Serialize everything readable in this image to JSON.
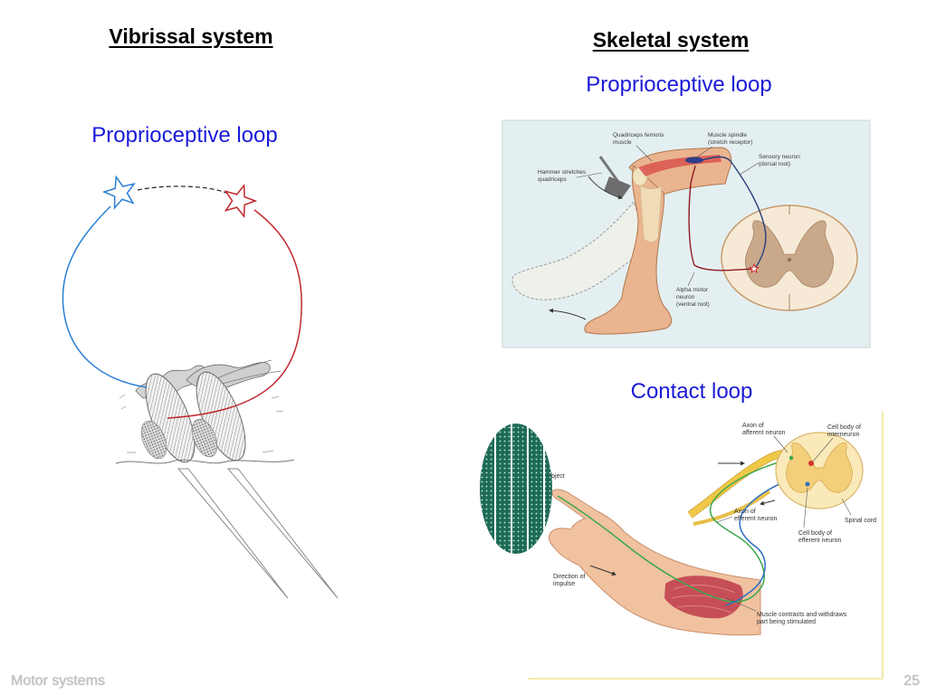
{
  "vibrissal": {
    "heading": "Vibrissal system",
    "loop_label": "Proprioceptive loop"
  },
  "skeletal": {
    "heading": "Skeletal system",
    "proprioceptive_label": "Proprioceptive loop",
    "contact_label": "Contact loop",
    "knee_figure": {
      "quadriceps_l1": "Quadriceps femoris",
      "quadriceps_l2": "muscle",
      "spindle_l1": "Muscle spindle",
      "spindle_l2": "(stretch receptor)",
      "sensory_l1": "Sensory neuron",
      "sensory_l2": "(dorsal root)",
      "hammer_l1": "Hammer stretches",
      "hammer_l2": "quadriceps",
      "motor_l1": "Alpha motor",
      "motor_l2": "neuron",
      "motor_l3": "(ventral root)"
    },
    "contact_figure": {
      "afferent_axon_l1": "Axon of",
      "afferent_axon_l2": "afferent neuron",
      "interneuron_l1": "Cell body of",
      "interneuron_l2": "interneuron",
      "object": "bject",
      "efferent_axon_l1": "Axon of",
      "efferent_axon_l2": "efferent neuron",
      "spinal_cord": "Spinal cord",
      "efferent_body_l1": "Cell body of",
      "efferent_body_l2": "efferent neuron",
      "direction_l1": "Direction of",
      "direction_l2": "impulse",
      "muscle_l1": "Muscle contracts and withdraws",
      "muscle_l2": "part being stimulated"
    }
  },
  "footer": {
    "title": "Motor systems",
    "page_number": "25"
  },
  "colors": {
    "loop_label": "#1a1ad8",
    "sensory_path": "#2a7fd4",
    "motor_path": "#c0272d",
    "footer_text": "#c4c4c4"
  }
}
